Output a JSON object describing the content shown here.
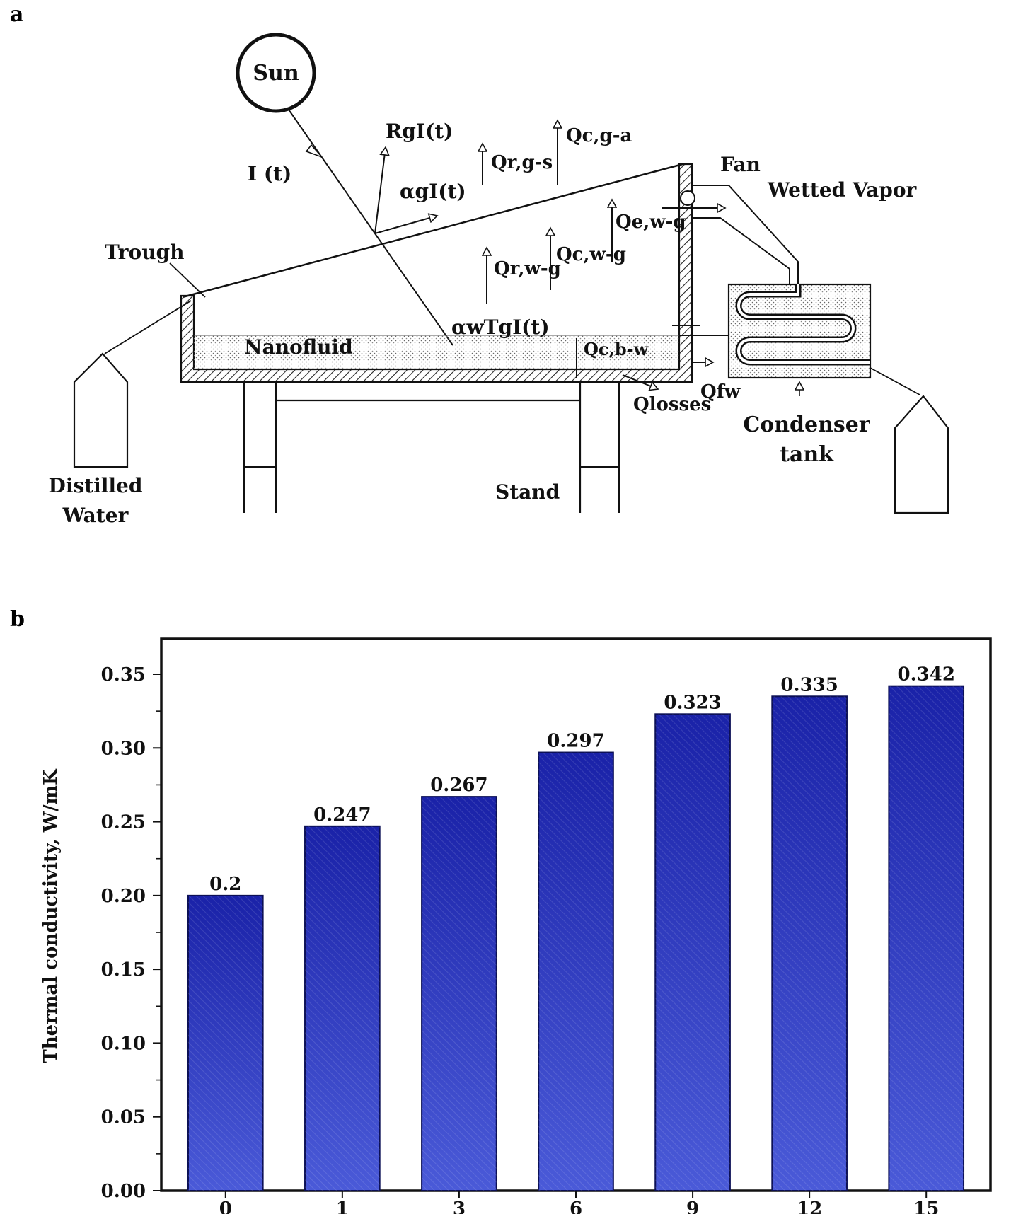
{
  "panel_a": {
    "panel_label": "a",
    "labels": {
      "sun": "Sun",
      "irradiance": "I (t)",
      "reflected": "RgI(t)",
      "absorbed_glass": "αgI(t)",
      "q_c_g_a": "Qc,g-a",
      "q_r_g_s": "Qr,g-s",
      "fan": "Fan",
      "wetted_vapor": "Wetted Vapor",
      "q_e_w_g": "Qe,w-g",
      "q_c_w_g": "Qc,w-g",
      "q_r_w_g": "Qr,w-g",
      "trough": "Trough",
      "absorbed_water": "αwTgI(t)",
      "nanofluid": "Nanofluid",
      "q_c_b_w": "Qc,b-w",
      "q_losses": "Qlosses",
      "q_fw": "Qfw",
      "condenser_1": "Condenser",
      "condenser_2": "tank",
      "distilled_1": "Distilled",
      "distilled_2": "Water",
      "stand": "Stand"
    }
  },
  "panel_b": {
    "panel_label": "b",
    "colors": {
      "bar_top": "#1a22a8",
      "bar_bottom": "#4a5ad8",
      "frame": "#111111"
    },
    "chart_data": {
      "type": "bar",
      "title": "",
      "xlabel": "",
      "ylabel": "Thermal conductivity, W/mK",
      "categories": [
        "0",
        "1",
        "3",
        "6",
        "9",
        "12",
        "15"
      ],
      "values": [
        0.2,
        0.247,
        0.267,
        0.297,
        0.323,
        0.335,
        0.342
      ],
      "value_labels": [
        "0.2",
        "0.247",
        "0.267",
        "0.297",
        "0.323",
        "0.335",
        "0.342"
      ],
      "ylim": [
        0,
        0.37
      ],
      "yticks": [
        "0.00",
        "0.05",
        "0.10",
        "0.15",
        "0.20",
        "0.25",
        "0.30",
        "0.35"
      ],
      "grid": false
    }
  }
}
